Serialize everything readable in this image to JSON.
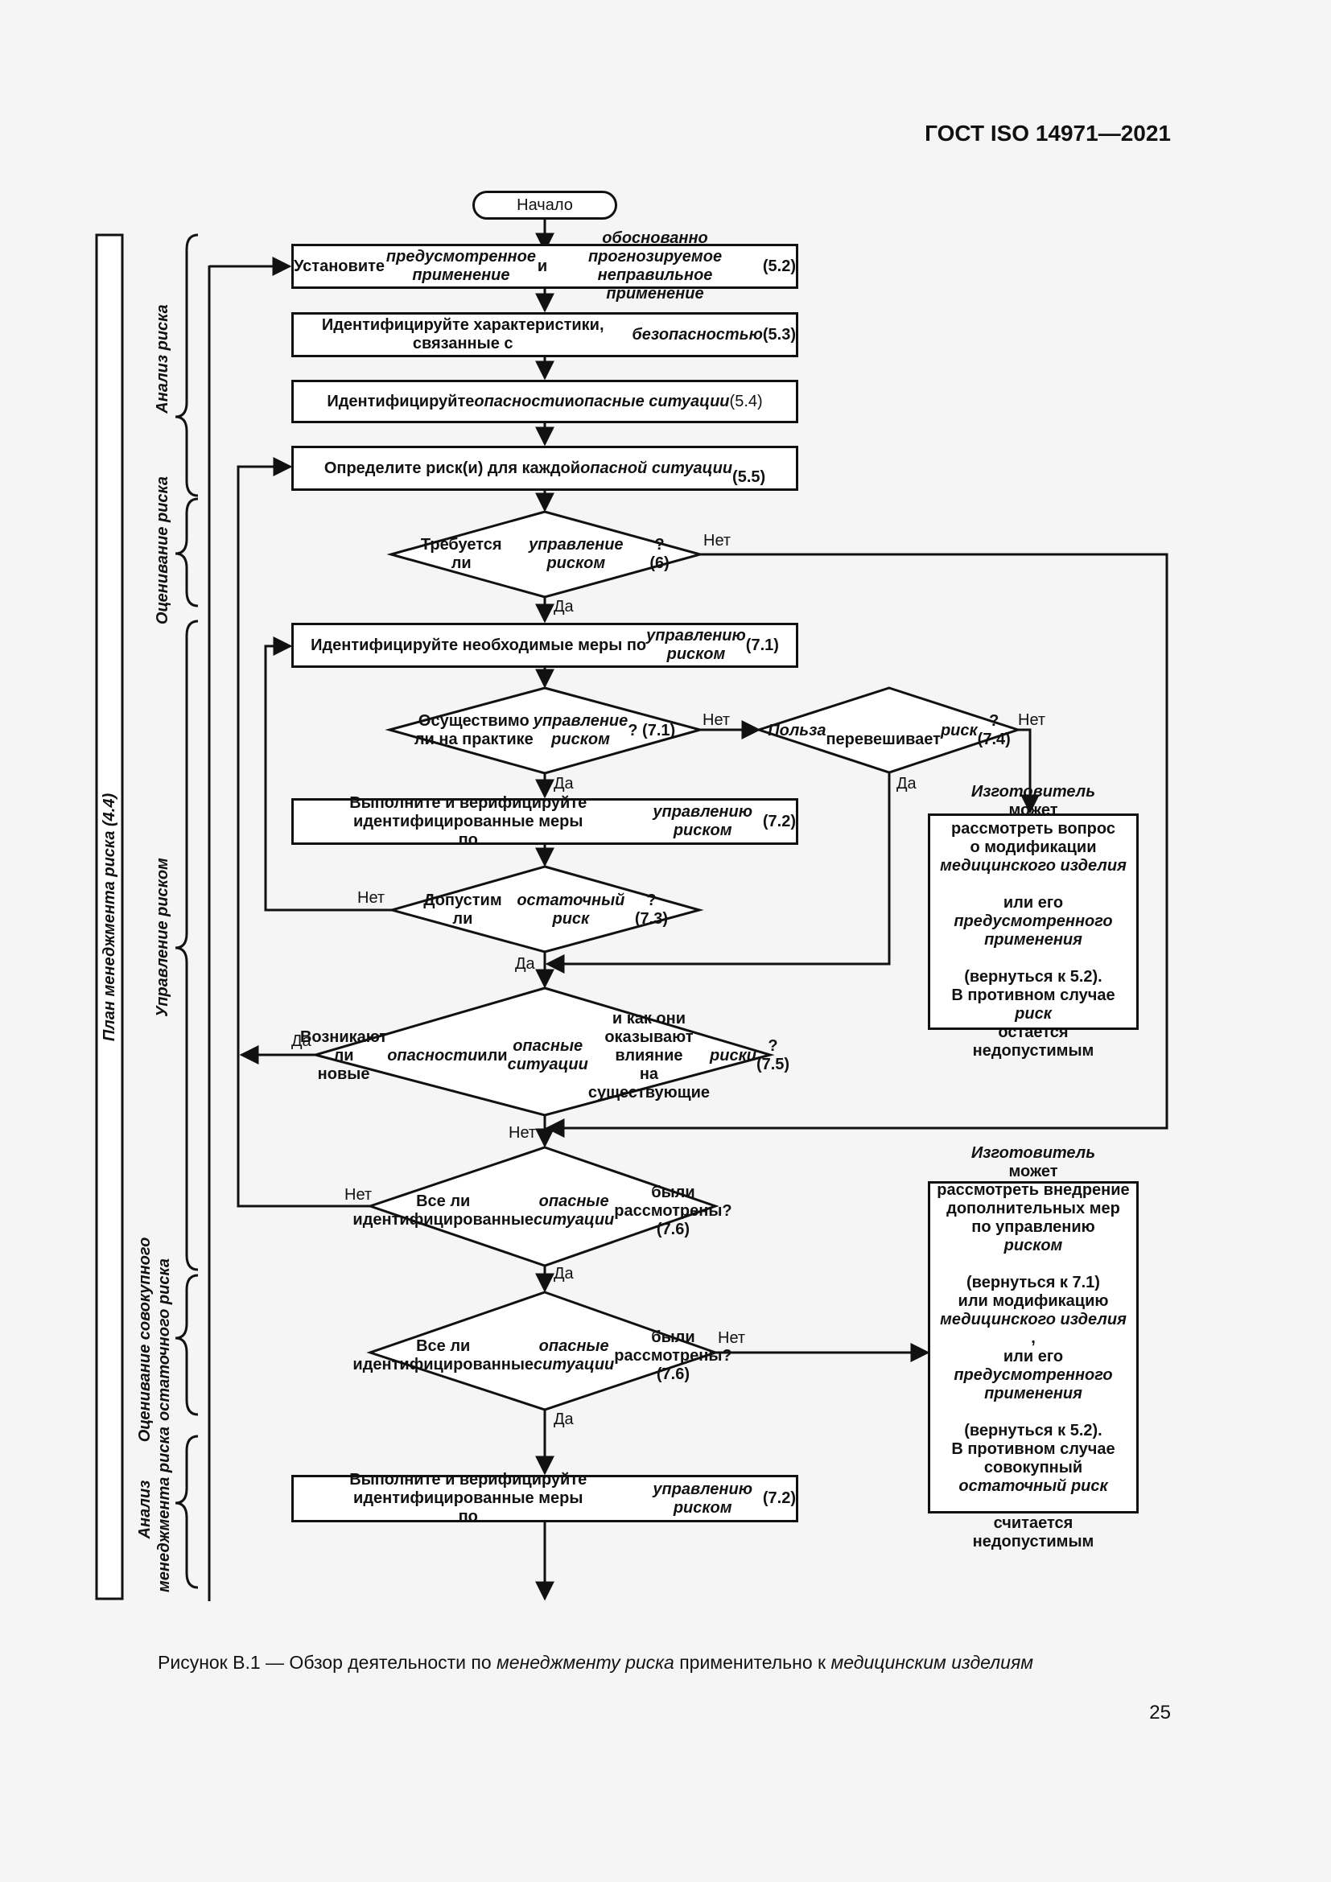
{
  "header": {
    "doc_id": "ГОСТ ISO 14971—2021"
  },
  "nodes": {
    "start": "Начало",
    "b1": "Установите <em>предусмотренное применение</em> и <em>обоснованно<br>прогнозируемое неправильное применение</em> (5.2)",
    "b2": "Идентифицируйте характеристики, связанные с<br><em>безопасностью</em> (5.3)",
    "b3": "Идентифицируйте <em>опасности</em> и <em>опасные ситуации</em> <span style='font-weight:normal'>(5.4)</span>",
    "b4": "Определите риск(и) для каждой <em>опасной ситуации</em><br>(5.5)",
    "d1": "Требуется ли<br><em>управление риском</em>? (6)",
    "b5": "Идентифицируйте необходимые меры по <em>управлению<br>риском</em> (7.1)",
    "d2": "Осуществимо<br>ли на практике <em>управление<br>риском</em>? (7.1)",
    "d3": "<em>Польза</em><br>перевешивает<br><em>риск</em>? (7.4)",
    "b6": "Выполните и верифицируйте идентифицированные меры<br>по <em>управлению риском</em> (7.2)",
    "s1": "<em>Изготовитель</em> может<br>рассмотреть вопрос<br>о модификации<br><em>медицинского изделия</em><br>или его<br><em>предусмотренного<br>применения</em><br>(вернуться к 5.2).<br>В противном случае<br><em>риск</em> остается<br>недопустимым",
    "d4": "Допустим ли<br><em>остаточный риск</em>?<br>(7.3)",
    "d5": "Возникают ли<br>новые <em>опасности</em> или <em>опасные<br>ситуации</em> и как они оказывают влияние<br>на существующие <em>риски</em>?<br>(7.5)",
    "d6": "Все ли<br>идентифицированные <em>опасные<br>ситуации</em> были рассмотрены?<br>(7.6)",
    "d7": "Все ли<br>идентифицированные <em>опасные<br>ситуации</em> были рассмотрены?<br>(7.6)",
    "s2": "<em>Изготовитель</em> может<br>рассмотреть внедрение<br>дополнительных мер<br>по управлению <em>риском</em><br>(вернуться к 7.1)<br>или модификацию<br><em>медицинского изделия</em>,<br>или его<br><em>предусмотренного<br>применения</em><br>(вернуться к 5.2).<br>В противном случае<br>совокупный<br><em>остаточный риск</em><br>считается<br>недопустимым",
    "b7": "Выполните и верифицируйте идентифицированные меры<br>по <em>управлению риском</em> (7.2)"
  },
  "labels": {
    "d1_no": "Нет",
    "d1_yes": "Да",
    "d2_no": "Нет",
    "d2_yes": "Да",
    "d3_no": "Нет",
    "d3_yes": "Да",
    "d4_no": "Нет",
    "d4_yes": "Да",
    "d5_yes": "Да",
    "d5_no": "Нет",
    "d6_no": "Нет",
    "d6_yes": "Да",
    "d7_no": "Нет",
    "d7_yes": "Да"
  },
  "side_labels": {
    "plan": "План менеджмента риска (4.4)",
    "analysis": "Анализ риска",
    "evaluation": "Оценивание риска",
    "control": "Управление риском",
    "overall_l1": "Оценивание совокупного",
    "overall_l2": "остаточного риска",
    "review_l1": "Анализ",
    "review_l2": "менеджмента риска"
  },
  "caption": {
    "p1": "Рисунок B.1 — Обзор деятельности по ",
    "p2": "менеджменту риска",
    "p3": " применительно к ",
    "p4": "медицинским изделиям"
  },
  "page_number": "25"
}
